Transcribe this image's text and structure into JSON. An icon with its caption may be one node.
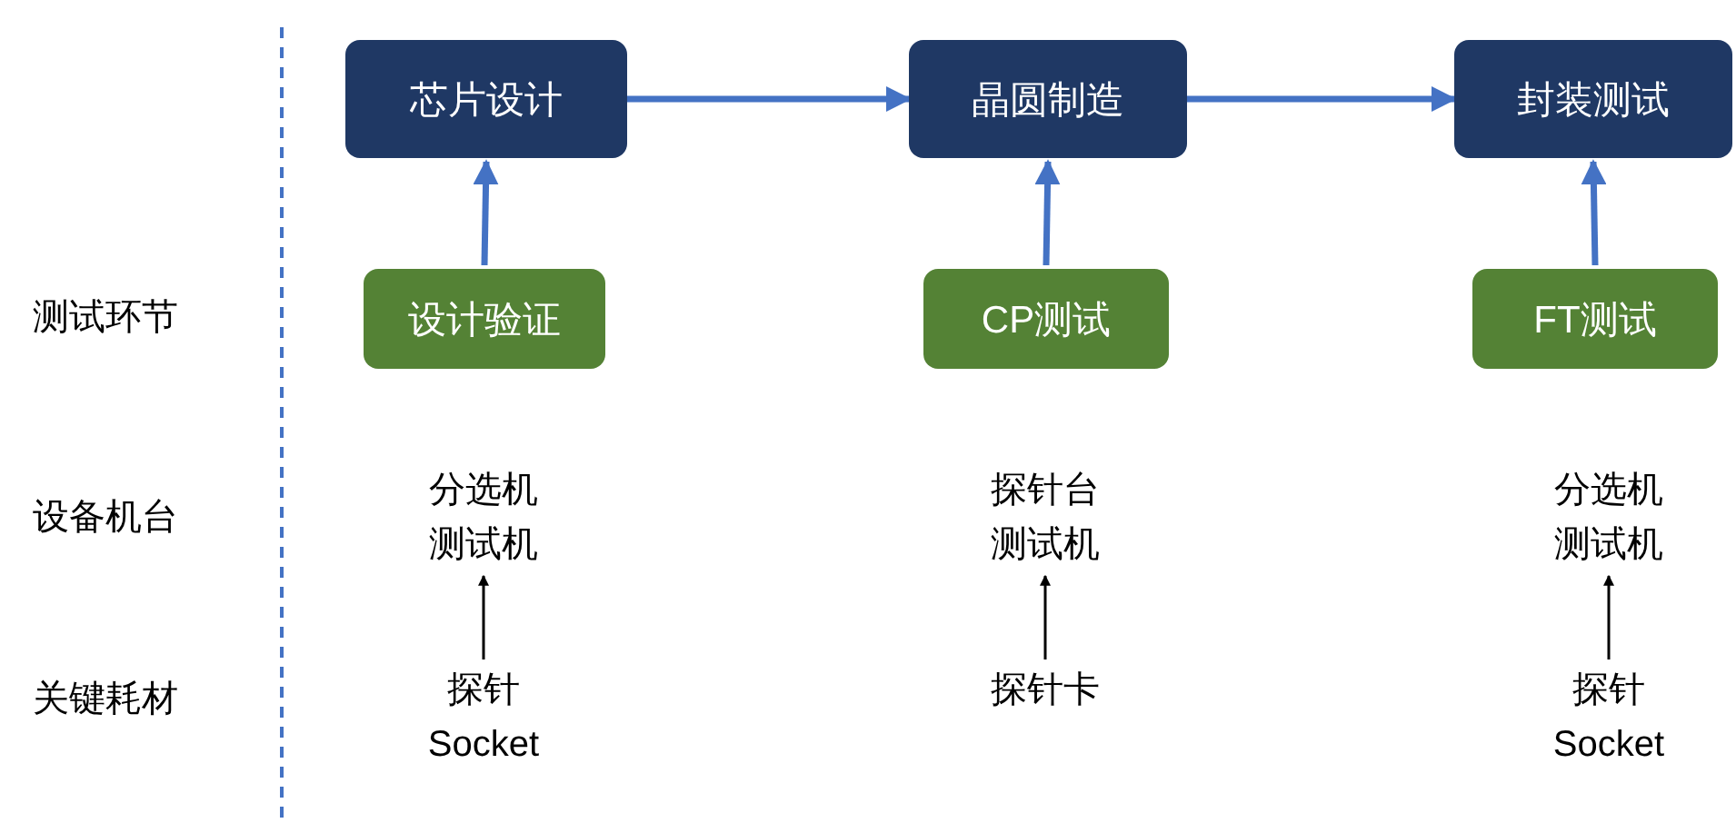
{
  "diagram": {
    "nodes": [
      {
        "text": [
          "芯片设计"
        ]
      },
      {
        "text": [
          "晶圆制造"
        ]
      },
      {
        "text": [
          "封装测试"
        ]
      },
      {
        "text": [
          "设计验证"
        ]
      },
      {
        "text": [
          "CP测试"
        ]
      },
      {
        "text": [
          "FT测试"
        ]
      },
      {
        "text": [
          "分选机测试机"
        ]
      },
      {
        "text": [
          "探针 Socket"
        ]
      },
      {
        "text": [
          "探针台测试机"
        ]
      },
      {
        "text": [
          "探针卡"
        ]
      },
      {
        "text": [
          "分选机测试机"
        ]
      },
      {
        "text": [
          "探针 Socket"
        ]
      }
    ],
    "edges": [
      {
        "from": 0,
        "to": 1,
        "arrow": "to"
      },
      {
        "from": 1,
        "to": 2,
        "arrow": "to"
      },
      {
        "from": 3,
        "to": 0,
        "arrow": "to"
      },
      {
        "from": 4,
        "to": 1,
        "arrow": "to"
      },
      {
        "from": 5,
        "to": 2,
        "arrow": "to"
      },
      {
        "from": 7,
        "to": 6,
        "arrow": "to",
        "color": "#000000"
      },
      {
        "from": 9,
        "to": 8,
        "arrow": "to",
        "color": "#000000"
      },
      {
        "from": 11,
        "to": 10,
        "arrow": "to",
        "color": "#000000"
      }
    ],
    "labels": [
      "测试环节",
      "设备机台",
      "关键耗材"
    ]
  }
}
